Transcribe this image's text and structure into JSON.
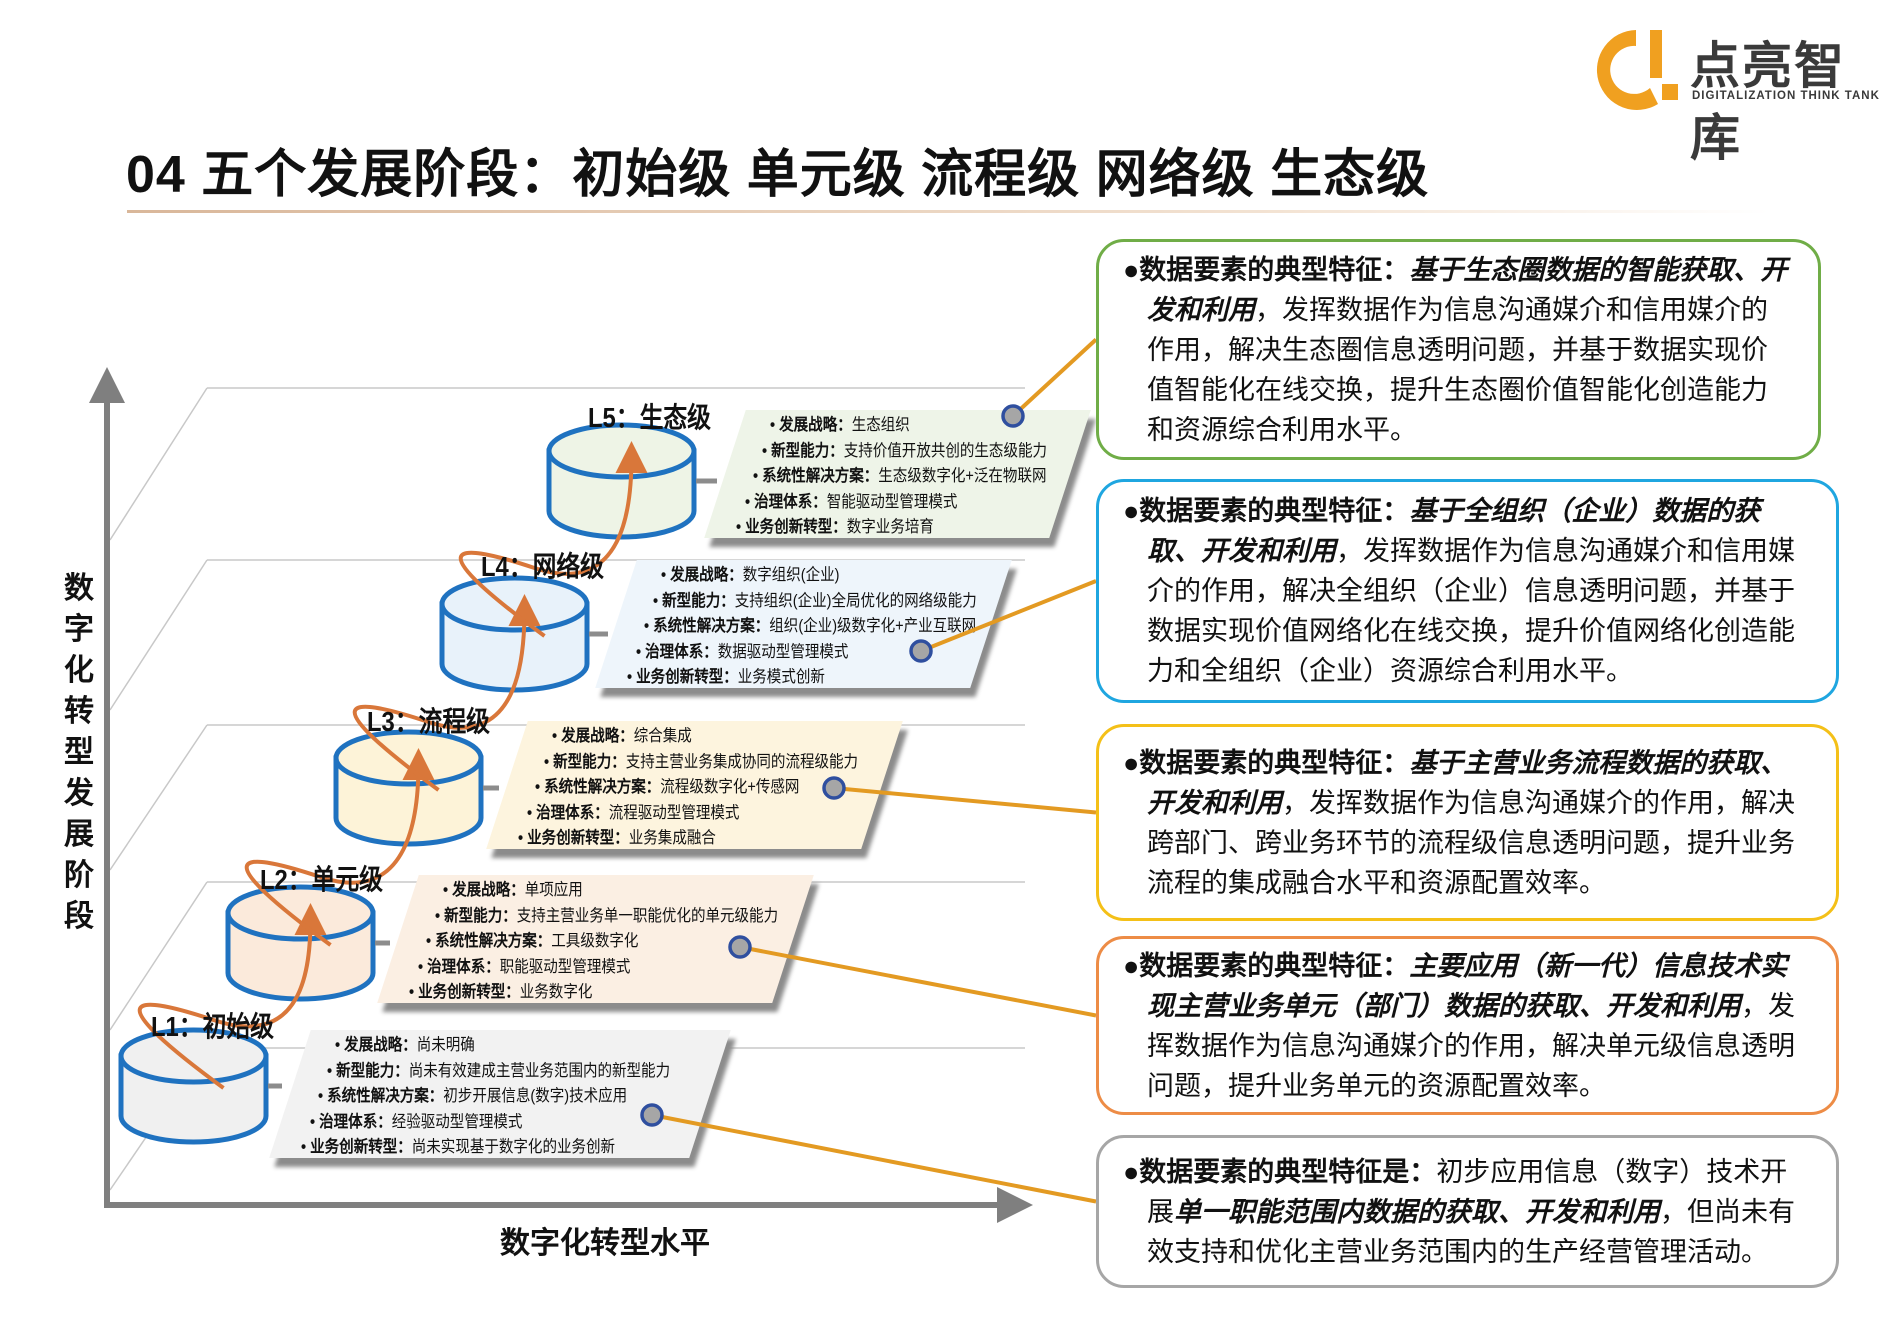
{
  "title": "04 五个发展阶段：初始级  单元级  流程级  网络级  生态级",
  "logo": {
    "name_cn": "点亮智库",
    "name_en": "DIGITALIZATION THINK TANK"
  },
  "axes": {
    "y_label": "数字化转型发展阶段",
    "x_label": "数字化转型水平"
  },
  "colors": {
    "cylinder_stroke": "#1f72c0",
    "arrow": "#d9773a",
    "connector": "#e39a22"
  },
  "levels": [
    {
      "label": "L1：初始级",
      "fill": "#f0f0f0",
      "panel": "#f2f2f2",
      "items": [
        {
          "k": "发展战略：",
          "v": "尚未明确"
        },
        {
          "k": "新型能力：",
          "v": "尚未有效建成主营业务范围内的新型能力"
        },
        {
          "k": "系统性解决方案：",
          "v": "初步开展信息(数字)技术应用"
        },
        {
          "k": "治理体系：",
          "v": "经验驱动型管理模式"
        },
        {
          "k": "业务创新转型：",
          "v": "尚未实现基于数字化的业务创新"
        }
      ]
    },
    {
      "label": "L2：单元级",
      "fill": "#fbeadb",
      "panel": "#fbefe3",
      "items": [
        {
          "k": "发展战略：",
          "v": "单项应用"
        },
        {
          "k": "新型能力：",
          "v": "支持主营业务单一职能优化的单元级能力"
        },
        {
          "k": "系统性解决方案：",
          "v": "工具级数字化"
        },
        {
          "k": "治理体系：",
          "v": "职能驱动型管理模式"
        },
        {
          "k": "业务创新转型：",
          "v": "业务数字化"
        }
      ]
    },
    {
      "label": "L3：流程级",
      "fill": "#fdf3d8",
      "panel": "#fdf4de",
      "items": [
        {
          "k": "发展战略：",
          "v": "综合集成"
        },
        {
          "k": "新型能力：",
          "v": "支持主营业务集成协同的流程级能力"
        },
        {
          "k": "系统性解决方案：",
          "v": "流程级数字化+传感网"
        },
        {
          "k": "治理体系：",
          "v": "流程驱动型管理模式"
        },
        {
          "k": "业务创新转型：",
          "v": "业务集成融合"
        }
      ]
    },
    {
      "label": "L4：网络级",
      "fill": "#e8f2fa",
      "panel": "#eef5fb",
      "items": [
        {
          "k": "发展战略：",
          "v": "数字组织(企业)"
        },
        {
          "k": "新型能力：",
          "v": "支持组织(企业)全局优化的网络级能力"
        },
        {
          "k": "系统性解决方案：",
          "v": "组织(企业)级数字化+产业互联网"
        },
        {
          "k": "治理体系：",
          "v": "数据驱动型管理模式"
        },
        {
          "k": "业务创新转型：",
          "v": "业务模式创新"
        }
      ]
    },
    {
      "label": "L5：生态级",
      "fill": "#eef4e6",
      "panel": "#eef4e8",
      "items": [
        {
          "k": "发展战略：",
          "v": "生态组织"
        },
        {
          "k": "新型能力：",
          "v": "支持价值开放共创的生态级能力"
        },
        {
          "k": "系统性解决方案：",
          "v": "生态级数字化+泛在物联网"
        },
        {
          "k": "治理体系：",
          "v": "智能驱动型管理模式"
        },
        {
          "k": "业务创新转型：",
          "v": "数字业务培育"
        }
      ]
    }
  ],
  "boxes": [
    {
      "border": "#70ad47",
      "segments": [
        {
          "s": "b",
          "t": "●数据要素的典型特征："
        },
        {
          "s": "bi",
          "t": "基于生态圈数据的智能获取、开发和利用"
        },
        {
          "s": "n",
          "t": "，发挥数据作为信息沟通媒介和信用媒介的作用，解决生态圈信息透明问题，并基于数据实现价值智能化在线交换，提升生态圈价值智能化创造能力和资源综合利用水平。"
        }
      ]
    },
    {
      "border": "#1fa6e0",
      "segments": [
        {
          "s": "b",
          "t": "●数据要素的典型特征："
        },
        {
          "s": "bi",
          "t": "基于全组织（企业）数据的获取、开发和利用"
        },
        {
          "s": "n",
          "t": "，发挥数据作为信息沟通媒介和信用媒介的作用，解决全组织（企业）信息透明问题，并基于数据实现价值网络化在线交换，提升价值网络化创造能力和全组织（企业）资源综合利用水平。"
        }
      ]
    },
    {
      "border": "#f4c018",
      "segments": [
        {
          "s": "b",
          "t": "●数据要素的典型特征："
        },
        {
          "s": "bi",
          "t": "基于主营业务流程数据的获取、开发和利用"
        },
        {
          "s": "n",
          "t": "，发挥数据作为信息沟通媒介的作用，解决跨部门、跨业务环节的流程级信息透明问题，提升业务流程的集成融合水平和资源配置效率。"
        }
      ]
    },
    {
      "border": "#ed8c46",
      "segments": [
        {
          "s": "b",
          "t": "●数据要素的典型特征："
        },
        {
          "s": "bi",
          "t": "主要应用（新一代）信息技术实现主营业务单元（部门）数据的获取、开发和利用"
        },
        {
          "s": "n",
          "t": "，发挥数据作为信息沟通媒介的作用，解决单元级信息透明问题，提升业务单元的资源配置效率。"
        }
      ]
    },
    {
      "border": "#a6a6a6",
      "segments": [
        {
          "s": "b",
          "t": "●数据要素的典型特征是："
        },
        {
          "s": "n",
          "t": "初步应用信息（数字）技术开展"
        },
        {
          "s": "bi",
          "t": "单一职能范围内数据的获取、开发和利用"
        },
        {
          "s": "n",
          "t": "，但尚未有效支持和优化主营业务范围内的生产经营管理活动。"
        }
      ]
    }
  ]
}
